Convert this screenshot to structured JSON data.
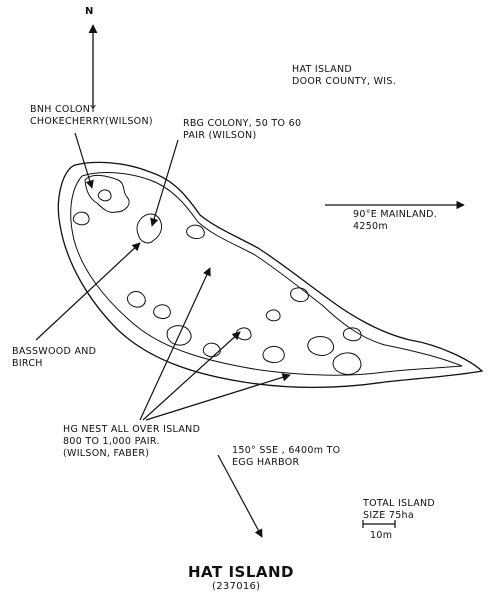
{
  "map": {
    "north_label": "N",
    "place": {
      "line1": "HAT ISLAND",
      "line2": "DOOR COUNTY, WIS."
    },
    "bnh_colony": {
      "line1": "BNH COLONY",
      "line2": "CHOKECHERRY(WILSON)"
    },
    "rbg_colony": {
      "line1": "RBG COLONY, 50 TO 60",
      "line2": "PAIR (WILSON)"
    },
    "mainland": {
      "line1": "90°E MAINLAND.",
      "line2": "4250m"
    },
    "basswood": {
      "line1": "BASSWOOD  AND",
      "line2": "BIRCH"
    },
    "hg_nest": {
      "line1": "HG NEST ALL OVER ISLAND",
      "line2": "800 TO 1,000 PAIR.",
      "line3": "(WILSON, FABER)"
    },
    "egg_harbor": {
      "line1": "150° SSE , 6400m TO",
      "line2": "EGG HARBOR"
    },
    "total_size": {
      "line1": "TOTAL ISLAND",
      "line2": "SIZE  75ha"
    },
    "scale_label": "10m",
    "title": "HAT ISLAND",
    "code": "(237016)",
    "colors": {
      "ink": "#111111",
      "background": "#ffffff"
    }
  }
}
